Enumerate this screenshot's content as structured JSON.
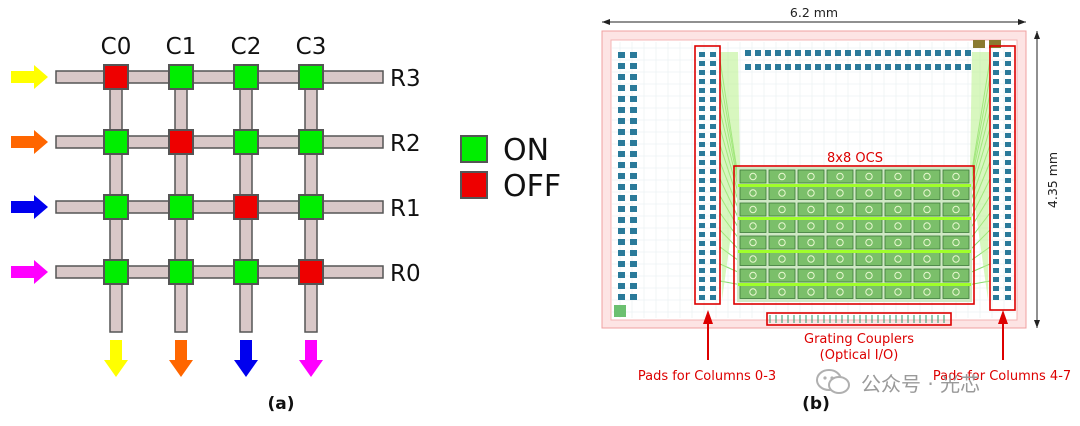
{
  "panel_a": {
    "columns": [
      "C0",
      "C1",
      "C2",
      "C3"
    ],
    "rows": [
      "R3",
      "R2",
      "R1",
      "R0"
    ],
    "row_input_colors": [
      "#ffff00",
      "#ff6600",
      "#0000ee",
      "#ff00ff"
    ],
    "column_output_colors": [
      "#ffff00",
      "#ff6600",
      "#0000ee",
      "#ff00ff"
    ],
    "switch_states": [
      [
        "OFF",
        "ON",
        "ON",
        "ON"
      ],
      [
        "ON",
        "OFF",
        "ON",
        "ON"
      ],
      [
        "ON",
        "ON",
        "OFF",
        "ON"
      ],
      [
        "ON",
        "ON",
        "ON",
        "OFF"
      ]
    ],
    "legend": [
      {
        "label": "ON",
        "color": "#00ee00"
      },
      {
        "label": "OFF",
        "color": "#ee0000"
      }
    ],
    "caption": "(a)",
    "colors": {
      "waveguide": "#d9c8c8",
      "waveguide_stroke": "#555555"
    }
  },
  "panel_b": {
    "width_label": "6.2 mm",
    "height_label": "4.35 mm",
    "ocs_label": "8x8 OCS",
    "grating_label_line1": "Grating Couplers",
    "grating_label_line2": "(Optical I/O)",
    "pads_left_label": "Pads for Columns 0-3",
    "pads_right_label": "Pads for Columns 4-7",
    "caption": "(b)",
    "colors": {
      "annotation_red": "#dd0000",
      "die_border": "#f0a0a0"
    }
  },
  "watermark": {
    "text": "公众号 · 光芯"
  }
}
